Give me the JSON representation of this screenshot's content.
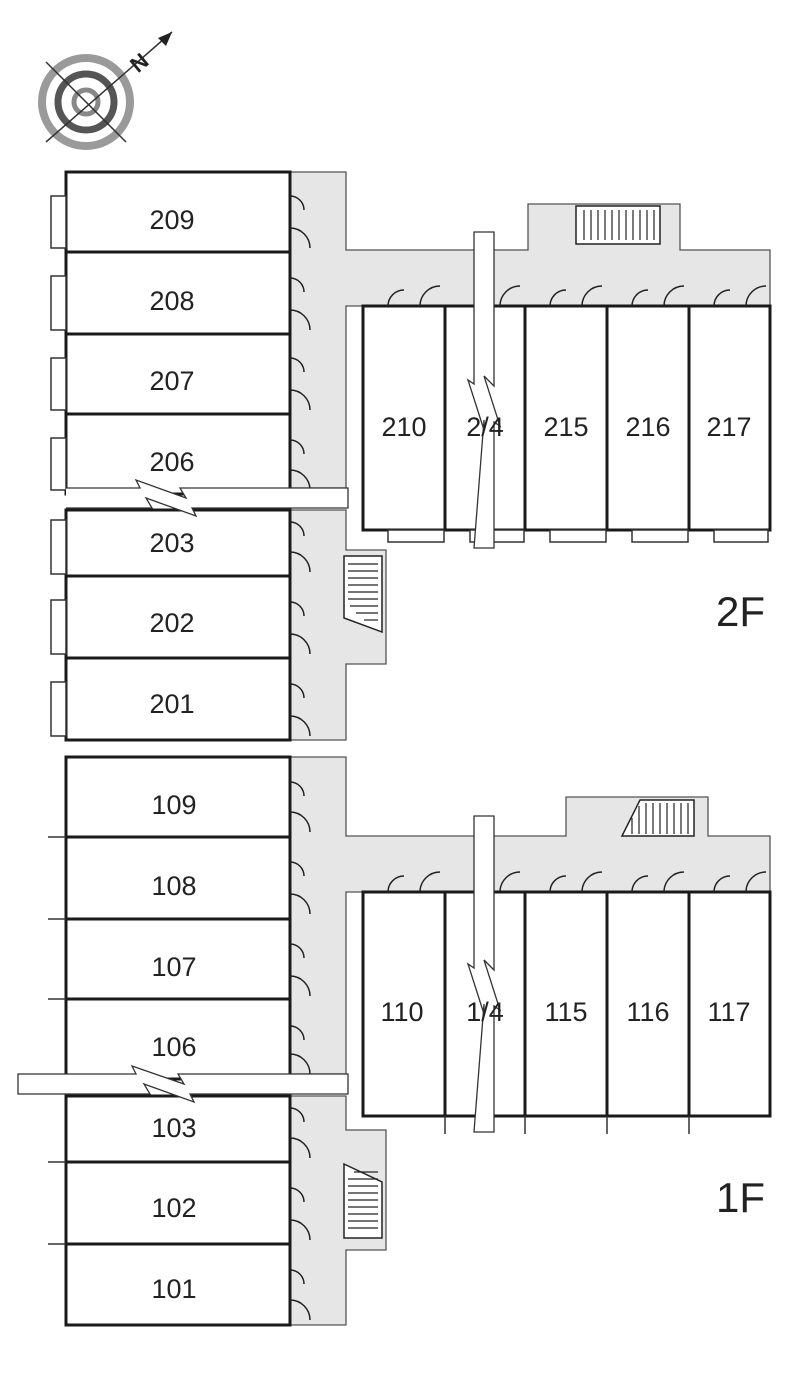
{
  "compass": {
    "label": "N",
    "icon": "north-arrow-compass-icon"
  },
  "floors": [
    {
      "label": "2F",
      "west_wing_rooms": [
        "209",
        "208",
        "207",
        "206",
        "203",
        "202",
        "201"
      ],
      "east_wing_rooms": [
        "210",
        "2/4",
        "215",
        "216",
        "217"
      ]
    },
    {
      "label": "1F",
      "west_wing_rooms": [
        "109",
        "108",
        "107",
        "106",
        "103",
        "102",
        "101"
      ],
      "east_wing_rooms": [
        "110",
        "1/4",
        "115",
        "116",
        "117"
      ]
    }
  ],
  "colors": {
    "corridor": "#e6e6e6",
    "wall": "#1a1a1a",
    "outline": "#555555",
    "compass_ring": "#888888"
  }
}
